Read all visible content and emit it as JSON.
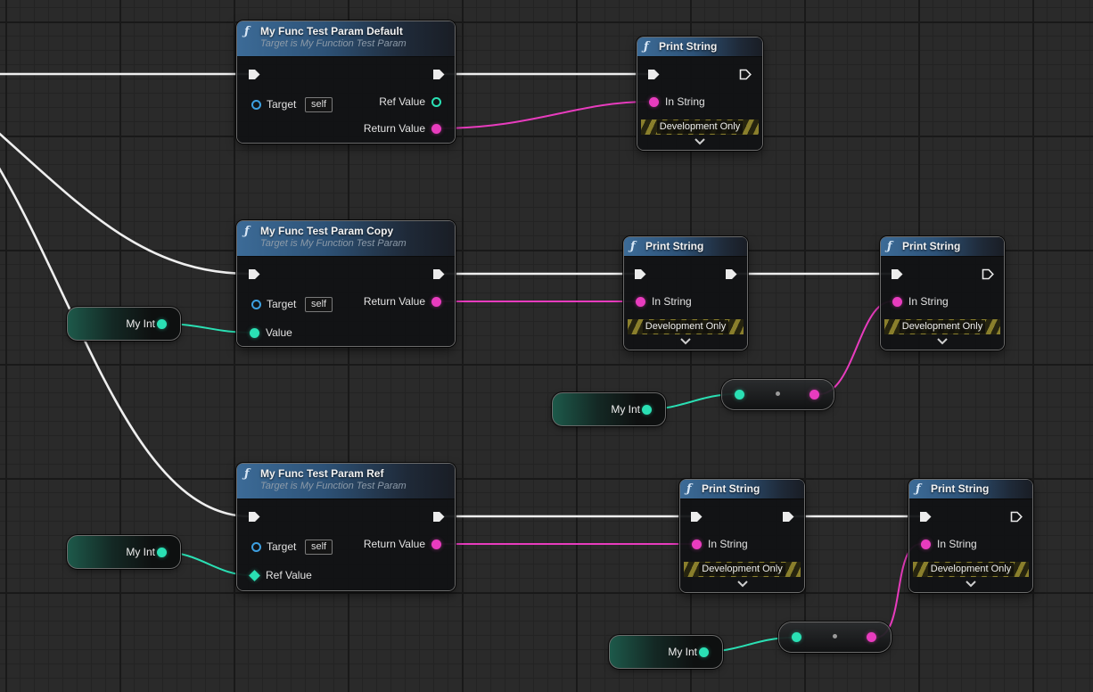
{
  "colors": {
    "exec_wire": "#efefef",
    "string_pin": "#e83cbe",
    "int_pin": "#2ae0b4",
    "object_pin": "#3d9fe0",
    "header_blue": "#3c6b97",
    "dev_stripe": "#8a7f2c"
  },
  "icons": {
    "function_glyph": "ƒ"
  },
  "nodes": {
    "func_default": {
      "title": "My Func Test Param Default",
      "subtitle": "Target is My Function Test Param",
      "target_label": "Target",
      "target_value": "self",
      "ref_value_label": "Ref Value",
      "return_value_label": "Return Value"
    },
    "func_copy": {
      "title": "My Func Test Param Copy",
      "subtitle": "Target is My Function Test Param",
      "target_label": "Target",
      "target_value": "self",
      "value_label": "Value",
      "return_value_label": "Return Value"
    },
    "func_ref": {
      "title": "My Func Test Param Ref",
      "subtitle": "Target is My Function Test Param",
      "target_label": "Target",
      "target_value": "self",
      "ref_value_label": "Ref Value",
      "return_value_label": "Return Value"
    },
    "print_string": {
      "title": "Print String",
      "in_string_label": "In String",
      "dev_only_label": "Development Only"
    },
    "my_int": {
      "label": "My Int"
    }
  }
}
